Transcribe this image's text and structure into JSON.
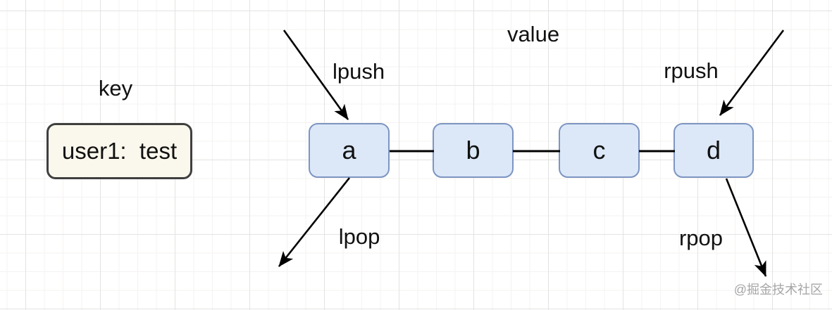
{
  "colors": {
    "canvas_bg": "#ffffff",
    "grid_major": "#e4e3e2",
    "grid_minor": "#f6f3f1",
    "node_fill": "#dce8f8",
    "node_border": "#7d95c1",
    "key_fill": "#faf7ec",
    "key_border": "#3f3f3f",
    "line": "#000000",
    "text": "#111111",
    "watermark": "#a6a6a6"
  },
  "labels": {
    "key": "key",
    "value": "value",
    "lpush": "lpush",
    "rpush": "rpush",
    "lpop": "lpop",
    "rpop": "rpop"
  },
  "key_box": {
    "text": "user1:  test"
  },
  "nodes": [
    "a",
    "b",
    "c",
    "d"
  ],
  "watermark": "@掘金技术社区"
}
